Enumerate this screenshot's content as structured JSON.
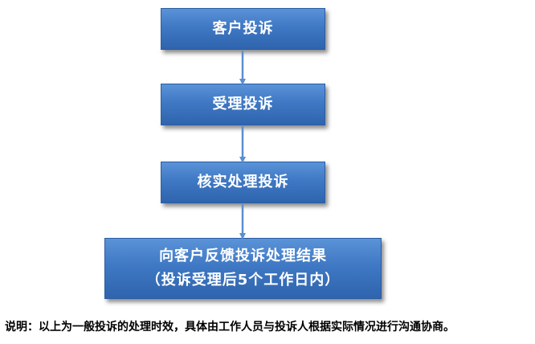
{
  "flowchart": {
    "steps": [
      {
        "lines": [
          "客户投诉"
        ]
      },
      {
        "lines": [
          "受理投诉"
        ]
      },
      {
        "lines": [
          "核实处理投诉"
        ]
      },
      {
        "lines": [
          "向客户反馈投诉处理结果",
          "（投诉受理后5个工作日内）"
        ]
      }
    ]
  },
  "note": {
    "text": "说明：以上为一般投诉的处理时效，具体由工作人员与投诉人根据实际情况进行沟通协商。"
  },
  "colors": {
    "box_fill": "#4a86cf",
    "box_border": "#2b5ea3",
    "box_text": "#ffffff",
    "arrow": "#5a8fd0"
  }
}
